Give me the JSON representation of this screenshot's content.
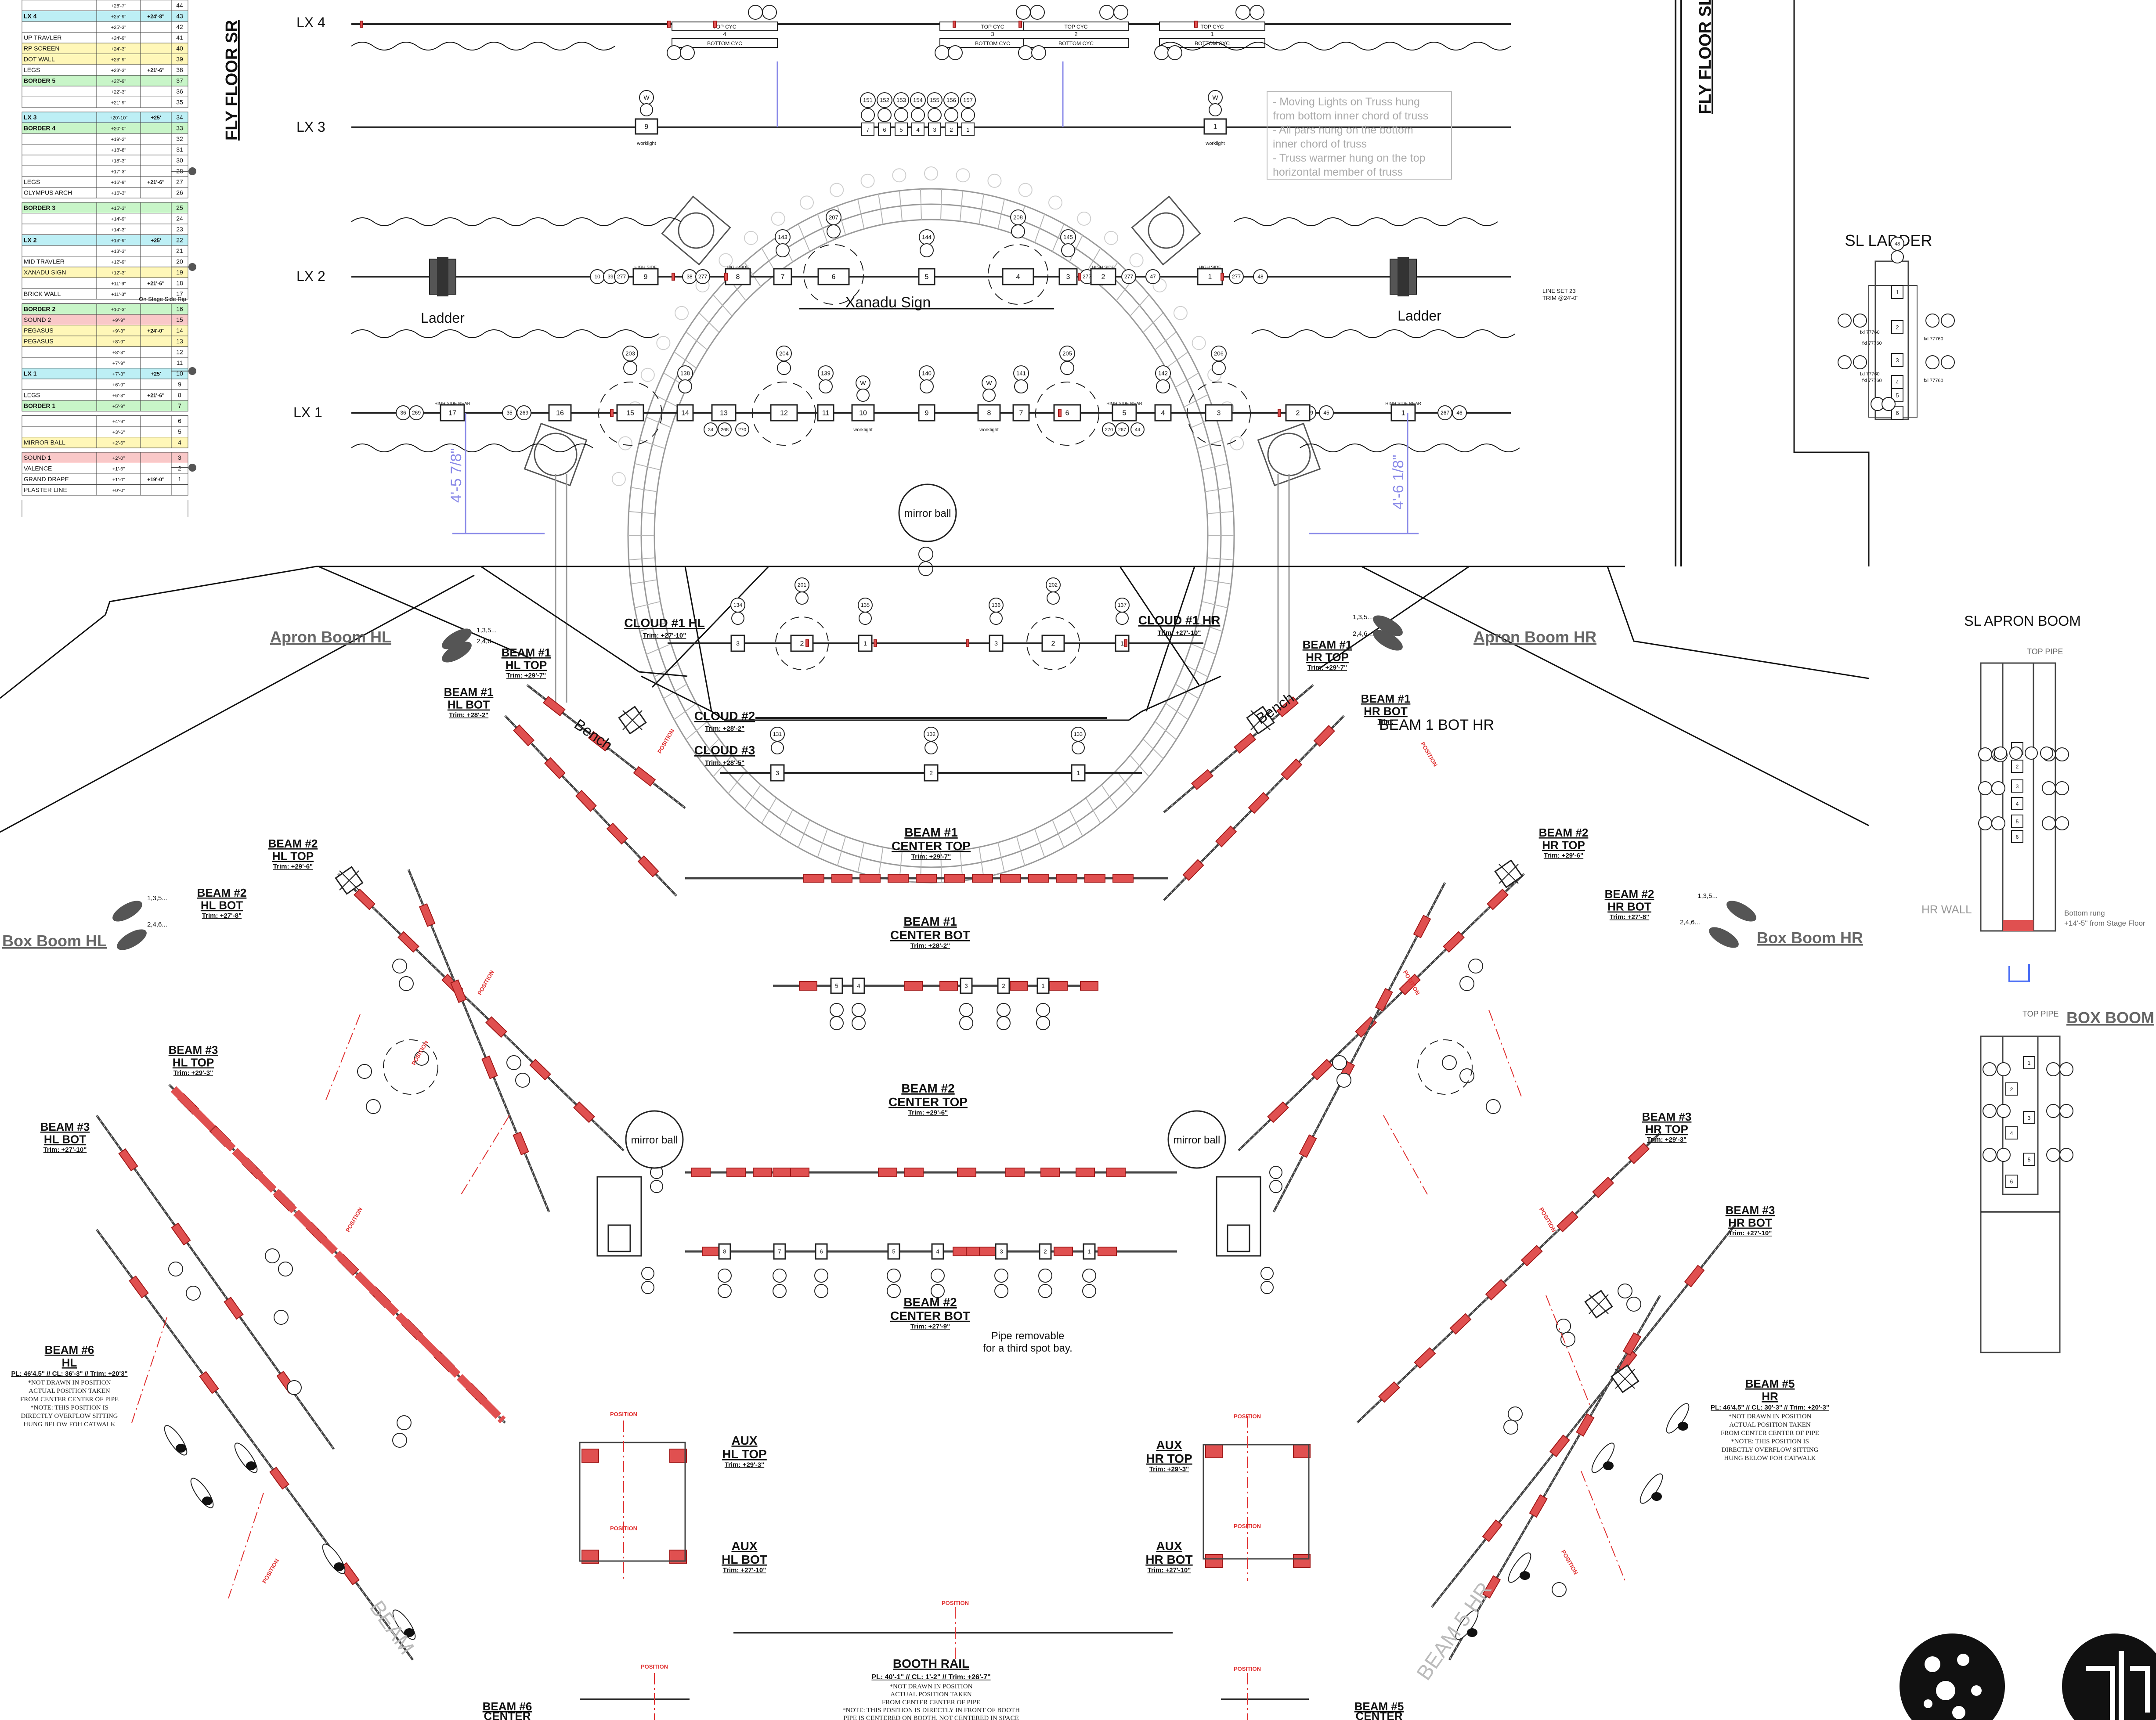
{
  "title_left": "FLY FLOOR SR",
  "title_right": "FLY FLOOR SL",
  "lineset_table": {
    "rows": [
      {
        "name": "",
        "trim": "+26'-7\"",
        "trim2": "",
        "num": "44",
        "color": "#ffffff"
      },
      {
        "name": "LX 4",
        "trim": "+25'-9\"",
        "trim2": "+24'-8\"",
        "num": "43",
        "color": "#bdeff5"
      },
      {
        "name": "",
        "trim": "+25'-3\"",
        "trim2": "",
        "num": "42",
        "color": "#ffffff"
      },
      {
        "name": "UP TRAVLER",
        "trim": "+24'-9\"",
        "trim2": "",
        "num": "41",
        "color": "#ffffff"
      },
      {
        "name": "RP SCREEN",
        "trim": "+24'-3\"",
        "trim2": "",
        "num": "40",
        "color": "#fff7b8"
      },
      {
        "name": "DOT WALL",
        "trim": "+23'-9\"",
        "trim2": "",
        "num": "39",
        "color": "#fff7b8"
      },
      {
        "name": "LEGS",
        "trim": "+23'-3\"",
        "trim2": "+21'-6\"",
        "num": "38",
        "color": "#ffffff"
      },
      {
        "name": "BORDER 5",
        "trim": "+22'-9\"",
        "trim2": "",
        "num": "37",
        "color": "#c8f5c8"
      },
      {
        "name": "",
        "trim": "+22'-3\"",
        "trim2": "",
        "num": "36",
        "color": "#ffffff"
      },
      {
        "name": "",
        "trim": "+21'-9\"",
        "trim2": "",
        "num": "35",
        "color": "#ffffff"
      },
      {
        "name": "LX 3",
        "trim": "+20'-10\"",
        "trim2": "+25'",
        "num": "34",
        "color": "#bdeff5"
      },
      {
        "name": "BORDER 4",
        "trim": "+20'-0\"",
        "trim2": "",
        "num": "33",
        "color": "#c8f5c8"
      },
      {
        "name": "",
        "trim": "+19'-2\"",
        "trim2": "",
        "num": "32",
        "color": "#ffffff"
      },
      {
        "name": "",
        "trim": "+18'-8\"",
        "trim2": "",
        "num": "31",
        "color": "#ffffff"
      },
      {
        "name": "",
        "trim": "+18'-3\"",
        "trim2": "",
        "num": "30",
        "color": "#ffffff"
      },
      {
        "name": "",
        "trim": "+17'-3\"",
        "trim2": "",
        "num": "28",
        "color": "#ffffff"
      },
      {
        "name": "LEGS",
        "trim": "+16'-9\"",
        "trim2": "+21'-6\"",
        "num": "27",
        "color": "#ffffff"
      },
      {
        "name": "OLYMPUS ARCH",
        "trim": "+16'-3\"",
        "trim2": "",
        "num": "26",
        "color": "#ffffff"
      },
      {
        "name": "BORDER 3",
        "trim": "+15'-3\"",
        "trim2": "",
        "num": "25",
        "color": "#c8f5c8"
      },
      {
        "name": "",
        "trim": "+14'-9\"",
        "trim2": "",
        "num": "24",
        "color": "#ffffff"
      },
      {
        "name": "",
        "trim": "+14'-3\"",
        "trim2": "",
        "num": "23",
        "color": "#ffffff"
      },
      {
        "name": "LX 2",
        "trim": "+13'-9\"",
        "trim2": "+25'",
        "num": "22",
        "color": "#bdeff5"
      },
      {
        "name": "",
        "trim": "+13'-3\"",
        "trim2": "",
        "num": "21",
        "color": "#ffffff"
      },
      {
        "name": "MID TRAVLER",
        "trim": "+12'-9\"",
        "trim2": "",
        "num": "20",
        "color": "#ffffff"
      },
      {
        "name": "XANADU SIGN",
        "trim": "+12'-3\"",
        "trim2": "",
        "num": "19",
        "color": "#fff7b8"
      },
      {
        "name": "",
        "trim": "+11'-9\"",
        "trim2": "+21'-6\"",
        "num": "18",
        "color": "#ffffff"
      },
      {
        "name": "BRICK WALL",
        "trim": "+11'-3\"",
        "trim2": "",
        "num": "17",
        "color": "#ffffff"
      },
      {
        "name": "BORDER 2",
        "trim": "+10'-3\"",
        "trim2": "",
        "num": "16",
        "color": "#c8f5c8"
      },
      {
        "name": "SOUND 2",
        "trim": "+9'-9\"",
        "trim2": "",
        "num": "15",
        "color": "#f9c8c8"
      },
      {
        "name": "PEGASUS",
        "trim": "+9'-3\"",
        "trim2": "+24'-0\"",
        "num": "14",
        "color": "#fff7b8"
      },
      {
        "name": "PEGASUS",
        "trim": "+8'-9\"",
        "trim2": "",
        "num": "13",
        "color": "#fff7b8"
      },
      {
        "name": "",
        "trim": "+8'-3\"",
        "trim2": "",
        "num": "12",
        "color": "#ffffff"
      },
      {
        "name": "",
        "trim": "+7'-9\"",
        "trim2": "",
        "num": "11",
        "color": "#ffffff"
      },
      {
        "name": "LX 1",
        "trim": "+7'-3\"",
        "trim2": "+25'",
        "num": "10",
        "color": "#bdeff5"
      },
      {
        "name": "",
        "trim": "+6'-9\"",
        "trim2": "",
        "num": "9",
        "color": "#ffffff"
      },
      {
        "name": "LEGS",
        "trim": "+6'-3\"",
        "trim2": "+21'-6\"",
        "num": "8",
        "color": "#ffffff"
      },
      {
        "name": "BORDER 1",
        "trim": "+5'-9\"",
        "trim2": "",
        "num": "7",
        "color": "#c8f5c8"
      },
      {
        "name": "",
        "trim": "+4'-9\"",
        "trim2": "",
        "num": "6",
        "color": "#ffffff"
      },
      {
        "name": "",
        "trim": "+3'-6\"",
        "trim2": "",
        "num": "5",
        "color": "#ffffff"
      },
      {
        "name": "MIRROR BALL",
        "trim": "+2'-6\"",
        "trim2": "",
        "num": "4",
        "color": "#fff7b8"
      },
      {
        "name": "SOUND 1",
        "trim": "+2'-0\"",
        "trim2": "",
        "num": "3",
        "color": "#f9c8c8"
      },
      {
        "name": "VALENCE",
        "trim": "+1'-6\"",
        "trim2": "",
        "num": "2",
        "color": "#ffffff"
      },
      {
        "name": "GRAND DRAPE",
        "trim": "+1'-0\"",
        "trim2": "+19'-0\"",
        "num": "1",
        "color": "#ffffff"
      },
      {
        "name": "PLASTER LINE",
        "trim": "+0'-0\"",
        "trim2": "",
        "num": "",
        "color": "#ffffff"
      }
    ],
    "on_stage_note": "On Stage Side Rip"
  },
  "electrics": {
    "lx4": "LX 4",
    "lx3": "LX 3",
    "lx2": "LX 2",
    "lx1": "LX 1",
    "top_cyc": "TOP CYC",
    "bottom_cyc": "BOTTOM CYC",
    "worklight": "worklight",
    "high_side": "HIGH SIDE NEAR"
  },
  "lx3_channels": [
    "151",
    "152",
    "153",
    "154",
    "155",
    "156",
    "157"
  ],
  "lx2_channels": [
    "143",
    "207",
    "144",
    "208",
    "145"
  ],
  "lx1_channels": [
    "203",
    "138",
    "204",
    "139",
    "140",
    "141",
    "205",
    "142",
    "206"
  ],
  "labels": {
    "ladder_left": "Ladder",
    "ladder_right": "Ladder",
    "xanadu": "Xanadu Sign",
    "mirror_ball": "mirror ball",
    "sl_ladder": "SL LADDER",
    "sl_apron_boom": "SL APRON BOOM",
    "top_pipe": "TOP PIPE",
    "hr_wall": "HR WALL",
    "bottom_rung": "Bottom rung",
    "bottom_rung_trim": "+14'-5\" from Stage Floor",
    "box_boom": "BOX BOOM",
    "line_set": "LINE SET 23",
    "line_set_trim": "TRIM @24'-0\"",
    "dim_left": "4'-5 7/8\"",
    "dim_right": "4'-6 1/8\"",
    "pipe_removable": "Pipe removable",
    "pipe_removable2": "for a third spot bay.",
    "bench": "Bench",
    "beam1_bot_hr_large": "BEAM 1 BOT HR",
    "position": "POSITION"
  },
  "notes": [
    "- Moving Lights on Truss hung",
    "from bottom inner chord of truss",
    "- All pars hung on the bottom",
    "inner chord of truss",
    "- Truss warmer hung on the top",
    "horizontal member of truss"
  ],
  "positions": {
    "apron_boom_hl": "Apron Boom HL",
    "apron_boom_hr": "Apron Boom HR",
    "box_boom_hl": "Box Boom HL",
    "box_boom_hr": "Box Boom HR",
    "cloud1_hl": "CLOUD #1 HL",
    "cloud1_hl_trim": "Trim: +27'-10\"",
    "cloud1_hr": "CLOUD #1 HR",
    "cloud1_hr_trim": "Trim: +27'-10\"",
    "cloud2": "CLOUD #2",
    "cloud2_trim": "Trim: +28'-2\"",
    "cloud3": "CLOUD #3",
    "cloud3_trim": "Trim: +28'-5\"",
    "beam1_hl_top": [
      "BEAM #1",
      "HL TOP",
      "Trim: +29'-7\""
    ],
    "beam1_hl_bot": [
      "BEAM #1",
      "HL BOT",
      "Trim: +28'-2\""
    ],
    "beam1_hr_top": [
      "BEAM #1",
      "HR TOP",
      "Trim: +29'-7\""
    ],
    "beam1_hr_bot": [
      "BEAM #1",
      "HR BOT",
      "Trim:"
    ],
    "beam1_center_top": [
      "BEAM #1",
      "CENTER TOP",
      "Trim: +29'-7\""
    ],
    "beam1_center_bot": [
      "BEAM #1",
      "CENTER BOT",
      "Trim: +28'-2\""
    ],
    "beam2_hl_top": [
      "BEAM #2",
      "HL TOP",
      "Trim: +29'-6\""
    ],
    "beam2_hl_bot": [
      "BEAM #2",
      "HL BOT",
      "Trim: +27'-8\""
    ],
    "beam2_hr_top": [
      "BEAM #2",
      "HR TOP",
      "Trim: +29'-6\""
    ],
    "beam2_hr_bot": [
      "BEAM #2",
      "HR BOT",
      "Trim: +27'-8\""
    ],
    "beam2_center_top": [
      "BEAM #2",
      "CENTER TOP",
      "Trim: +29'-6\""
    ],
    "beam2_center_bot": [
      "BEAM #2",
      "CENTER BOT",
      "Trim: +27'-9\""
    ],
    "beam3_hl_top": [
      "BEAM #3",
      "HL TOP",
      "Trim: +29'-3\""
    ],
    "beam3_hl_bot": [
      "BEAM #3",
      "HL BOT",
      "Trim: +27'-10\""
    ],
    "beam3_hr_top": [
      "BEAM #3",
      "HR TOP",
      "Trim: +29'-3\""
    ],
    "beam3_hr_bot": [
      "BEAM #3",
      "HR BOT",
      "Trim: +27'-10\""
    ],
    "aux_hl_top": [
      "AUX",
      "HL TOP",
      "Trim: +29'-3\""
    ],
    "aux_hl_bot": [
      "AUX",
      "HL BOT",
      "Trim: +27'-10\""
    ],
    "aux_hr_top": [
      "AUX",
      "HR TOP",
      "Trim: +29'-3\""
    ],
    "aux_hr_bot": [
      "AUX",
      "HR BOT",
      "Trim: +27'-10\""
    ],
    "beam6_hl": [
      "BEAM #6",
      "HL",
      "PL: 46'4.5\" // CL: 36'-3\" // Trim: +20'3\""
    ],
    "beam5_hr": [
      "BEAM #5",
      "HR",
      "PL: 46'4.5\" // CL: 30'-3\" // Trim: +20'-3\""
    ],
    "beam_notes": [
      "*NOT DRAWN IN POSITION",
      "ACTUAL POSITION TAKEN",
      "FROM CENTER CENTER OF PIPE",
      "*NOTE: THIS POSITION IS",
      "DIRECTLY OVERFLOW SITTING",
      "HUNG BELOW FOH CATWALK"
    ],
    "booth_rail": [
      "BOOTH RAIL",
      "PL: 40'-1\" // CL: 1'-2\" // Trim: +26'-7\""
    ],
    "booth_notes": [
      "*NOT DRAWN IN POSITION",
      "ACTUAL POSITION TAKEN",
      "FROM CENTER CENTER OF PIPE",
      "*NOTE: THIS POSITION IS DIRECTLY IN FRONT OF BOOTH",
      "PIPE IS CENTERED ON BOOTH, NOT CENTERED IN SPACE"
    ],
    "beam6_center": [
      "BEAM #6",
      "CENTER"
    ],
    "beam5_center": [
      "BEAM #5",
      "CENTER"
    ],
    "beam5_hr_large": "BEAM 5 HR",
    "beam6_hl_large": "BEAM"
  },
  "colors": {
    "line_cyan": "#bdeff5",
    "line_green": "#c8f5c8",
    "line_yellow": "#fff7b8",
    "line_pink": "#f9c8c8",
    "fixture_red": "#e05050",
    "dimension_blue": "#8a8ae8",
    "truss_gray": "#9a9a9a",
    "note_gray": "#aaaaaa"
  }
}
